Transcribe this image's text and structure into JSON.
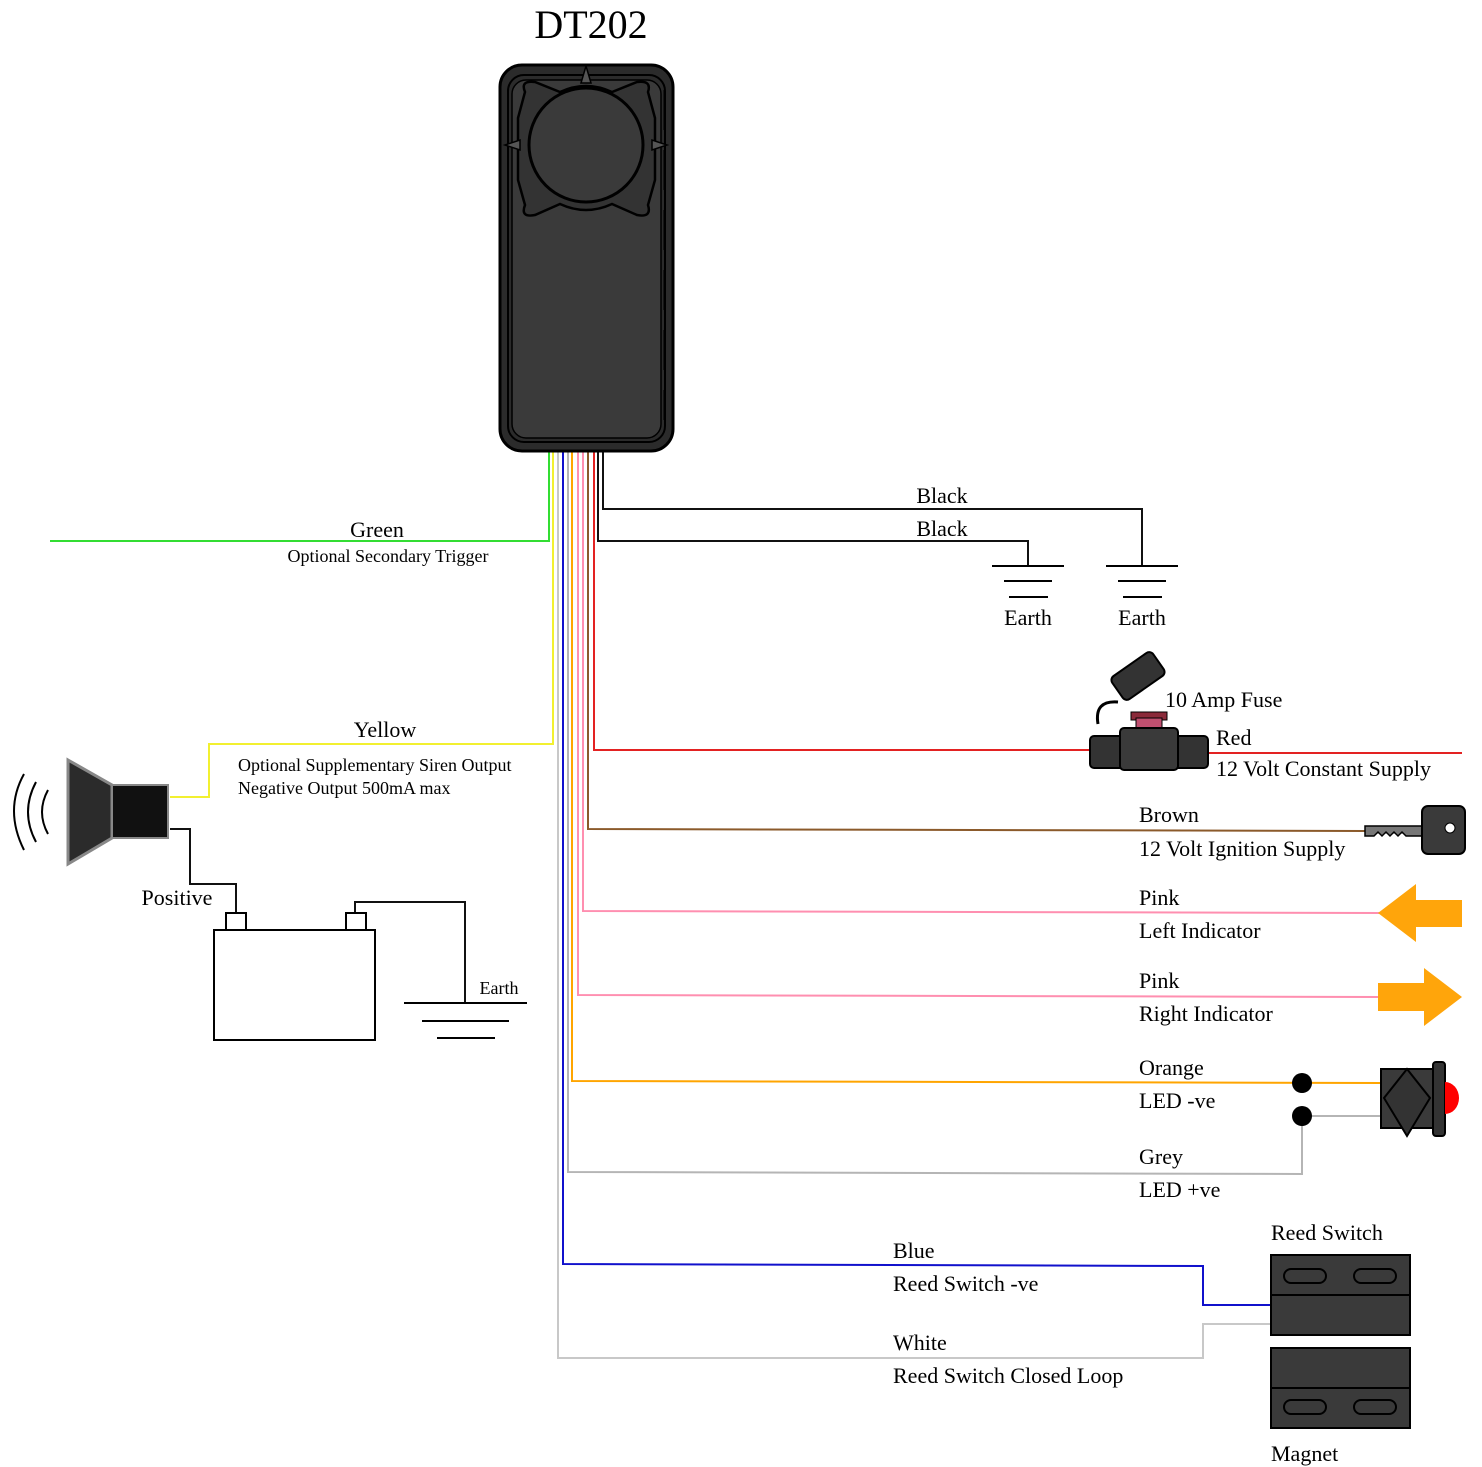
{
  "device": {
    "title": "DT202"
  },
  "colors": {
    "green": "#33dd33",
    "yellow": "#f2f030",
    "red": "#e32222",
    "brown": "#8b5a2b",
    "pink": "#ff8fb0",
    "orange": "#ffa500",
    "grey": "#b5b5b5",
    "blue": "#1111cc",
    "white_wire": "#c8c8c8",
    "black": "#111111",
    "device_body": "#3a3a3a",
    "arrow": "#ffa50b"
  },
  "wires": {
    "green": {
      "name": "Green",
      "desc": "Optional Secondary Trigger"
    },
    "yellow": {
      "name": "Yellow",
      "desc1": "Optional Supplementary Siren Output",
      "desc2": "Negative Output 500mA max"
    },
    "black1": {
      "name": "Black"
    },
    "black2": {
      "name": "Black"
    },
    "red": {
      "name": "Red",
      "desc": "12 Volt Constant Supply"
    },
    "brown": {
      "name": "Brown",
      "desc": "12 Volt Ignition Supply"
    },
    "pink_left": {
      "name": "Pink",
      "desc": "Left Indicator"
    },
    "pink_right": {
      "name": "Pink",
      "desc": "Right Indicator"
    },
    "orange": {
      "name": "Orange",
      "desc": "LED -ve"
    },
    "grey": {
      "name": "Grey",
      "desc": "LED +ve"
    },
    "blue": {
      "name": "Blue",
      "desc": "Reed Switch -ve"
    },
    "white": {
      "name": "White",
      "desc": "Reed Switch Closed Loop"
    }
  },
  "components": {
    "earth1": "Earth",
    "earth2": "Earth",
    "earth3": "Earth",
    "fuse": "10 Amp Fuse",
    "positive": "Positive",
    "reed_switch": "Reed Switch",
    "magnet": "Magnet"
  }
}
